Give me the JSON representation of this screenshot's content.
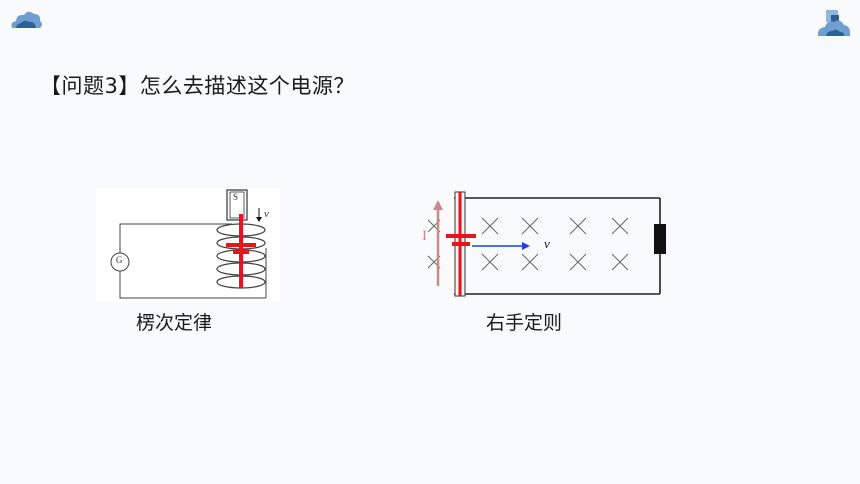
{
  "slide": {
    "title": "【问题3】怎么去描述这个电源？"
  },
  "figures": {
    "lenz": {
      "caption": "楞次定律",
      "galvanometer_label": "G",
      "magnet_label": "S",
      "velocity_label": "v"
    },
    "right_hand": {
      "caption": "右手定则",
      "current_label": "I",
      "velocity_label": "v"
    }
  },
  "colors": {
    "battery_red": "#e8141b",
    "velocity_blue": "#1f3ee0",
    "current_arrow": "#c98a8a",
    "deco_blue": "#6e9fd0",
    "deco_dark": "#2f5f97"
  }
}
